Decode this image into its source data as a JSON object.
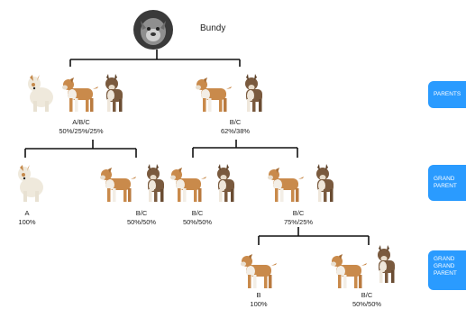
{
  "root": {
    "name": "Bundy"
  },
  "generation_buttons": [
    {
      "lines": [
        "PARENTS"
      ]
    },
    {
      "lines": [
        "GRAND",
        "PARENT"
      ]
    },
    {
      "lines": [
        "GRAND",
        "GRAND",
        "PARENT"
      ]
    }
  ],
  "nodes": {
    "parent_left": {
      "line1": "A/B/C",
      "line2": "50%/25%/25%"
    },
    "parent_right": {
      "line1": "B/C",
      "line2": "62%/38%"
    },
    "gp_1": {
      "line1": "A",
      "line2": "100%"
    },
    "gp_2": {
      "line1": "B/C",
      "line2": "50%/50%"
    },
    "gp_3": {
      "line1": "B/C",
      "line2": "50%/50%"
    },
    "gp_4": {
      "line1": "B/C",
      "line2": "75%/25%"
    },
    "ggp_1": {
      "line1": "B",
      "line2": "100%"
    },
    "ggp_2": {
      "line1": "B/C",
      "line2": "50%/50%"
    }
  },
  "colors": {
    "button": "#2a9bff",
    "line": "#111111",
    "dog_a_white": "#efe9dc",
    "dog_b_tan": "#c98a4b",
    "dog_c_brindle": "#7a5a3e"
  },
  "icons": [
    "dog-a-icon",
    "dog-b-icon",
    "dog-c-icon"
  ]
}
